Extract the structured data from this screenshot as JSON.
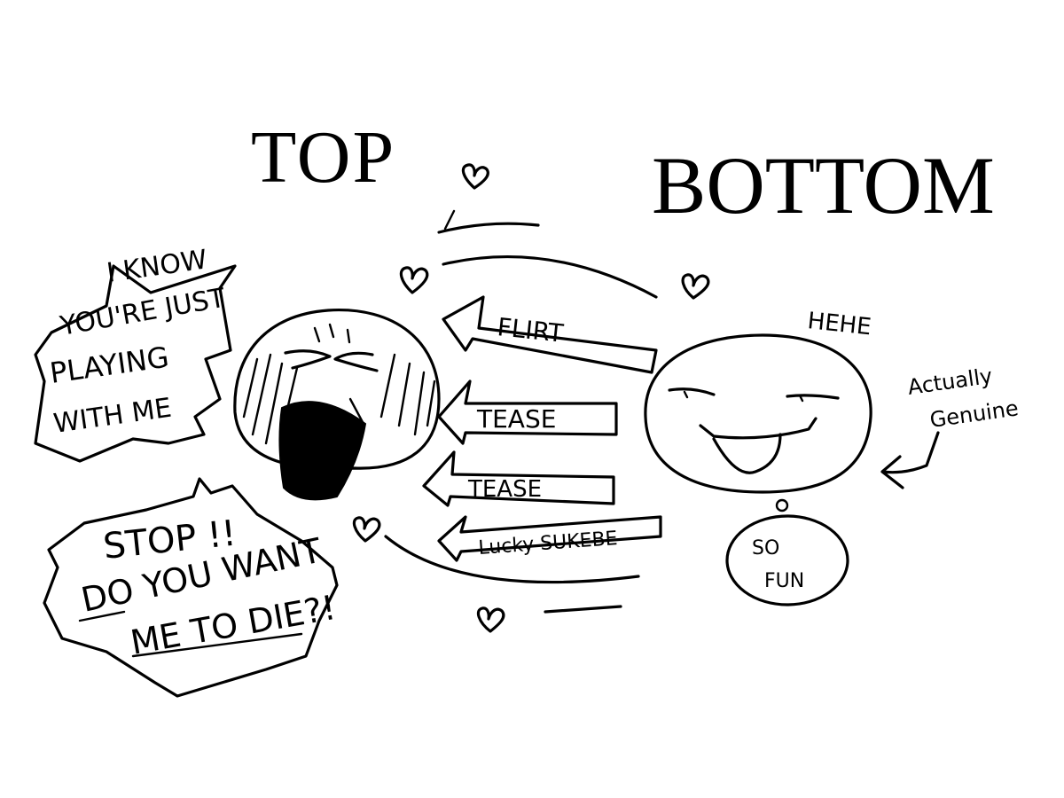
{
  "headings": {
    "top": "TOP",
    "bottom": "BOTTOM"
  },
  "left_bubble": {
    "line1": "I KNOW",
    "line2": "YOU'RE JUST",
    "line3": "PLAYING",
    "line4": "WITH ME"
  },
  "shout_bubble": {
    "line1": "STOP !!",
    "line2": "DO YOU WANT",
    "line3": "ME TO DIE?!"
  },
  "arrows": {
    "flirt": "FLIRT",
    "tease1": "TEASE",
    "tease2": "TEASE",
    "lucky": "Lucky SUKEBE"
  },
  "right_face": {
    "laugh": "HEHE",
    "note_line1": "Actually",
    "note_line2": "Genuine",
    "thought_line1": "SO",
    "thought_line2": "FUN"
  },
  "colors": {
    "ink": "#000000",
    "paper": "#ffffff"
  }
}
